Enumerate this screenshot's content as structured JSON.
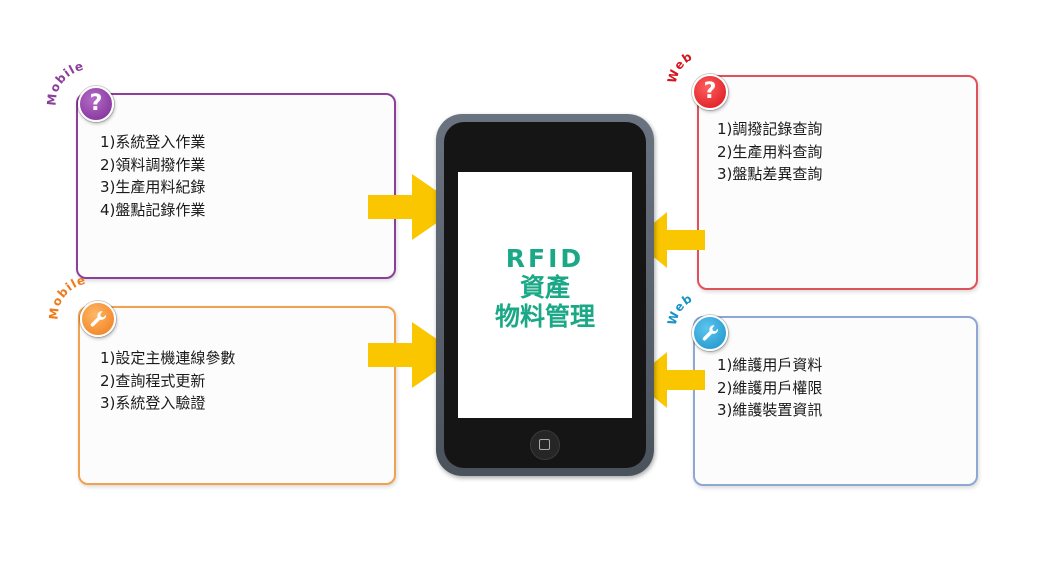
{
  "center": {
    "title_lines": [
      "RFID",
      "資產",
      "物料管理"
    ]
  },
  "panels": {
    "mobile_help": {
      "label": "Mobile",
      "icon": "question-icon",
      "color": "#8b3f9a",
      "items": [
        "1)系統登入作業",
        "2)領料調撥作業",
        "3)生產用料紀錄",
        "4)盤點記錄作業"
      ]
    },
    "mobile_tools": {
      "label": "Mobile",
      "icon": "wrench-icon",
      "color": "#f0a24e",
      "items": [
        "1)設定主機連線參數",
        "2)查詢程式更新",
        "3)系統登入驗證"
      ]
    },
    "web_help": {
      "label": "Web",
      "icon": "question-icon",
      "color": "#e0525a",
      "items": [
        "1)調撥記錄查詢",
        "2)生產用料查詢",
        "3)盤點差異查詢"
      ]
    },
    "web_tools": {
      "label": "Web",
      "icon": "wrench-icon",
      "color": "#8ea8d4",
      "items": [
        "1)維護用戶資料",
        "2)維護用戶權限",
        "3)維護裝置資訊"
      ]
    }
  },
  "colors": {
    "arrow": "#f9c600",
    "title": "#1aa886"
  }
}
